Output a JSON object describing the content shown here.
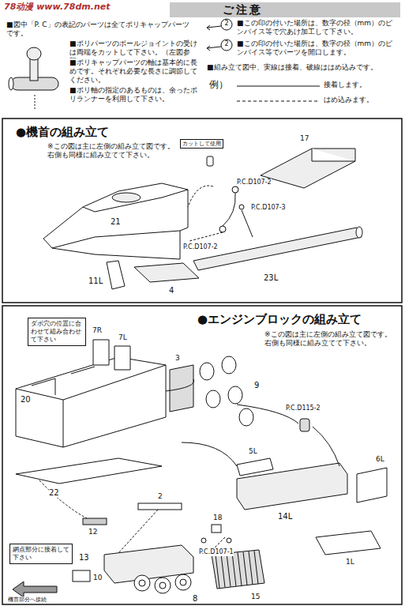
{
  "diagram": {
    "title": "ご注意",
    "nodes": [
      {
        "text": [
          "ダボ穴の位置に合わせて組み合わせて下さい"
        ]
      },
      {
        "text": [
          "網点部分に接着して下さい"
        ]
      }
    ],
    "labels": [
      "78动漫 www.78dm.net",
      "■図中「P. C」の表記のパーツは全てポリキャップパーツです。",
      "■ポリパーツのボールジョイントの受けは両端をカットして下さい。（左図参照）",
      "■ポリキャップパーツの軸は基本的に長めです。それぞれ必要な長さに調節してください。",
      "■ポリ軸の指定のあるものは、余ったポリランナーを利用して下さい。",
      "2",
      "■この印の付いた場所は、数字の径（mm）のピンバイス等で穴あけ加工して下さい。",
      "2",
      "■この印の付いた場所は、数字の径（mm）のピンバイス等でパーツを開口します。",
      "■組み立て図中、実線は接着、破線ははめ込みです。",
      "例）",
      "接着します。",
      "はめ込みます。",
      "●機首の組み立て",
      "※この図は主に左側の組み立て図です。 右側も同様に組み立てて下さい。",
      "カットして使用",
      "P.C.D107-2",
      "17",
      "21",
      "P.C.D107-3",
      "P.C.D107-2",
      "23L",
      "11L",
      "4",
      "●エンジンブロックの組み立て",
      "※この図は主に左側の組み立て図です。 右側も同様に組み立てて下さい。",
      "7R",
      "7L",
      "20",
      "3",
      "9",
      "P.C.D115-2",
      "5L",
      "6L",
      "14L",
      "1L",
      "22",
      "12",
      "2",
      "18",
      "P.C.D107-1",
      "13",
      "10",
      "8",
      "15",
      "機首部分へ接続"
    ]
  }
}
